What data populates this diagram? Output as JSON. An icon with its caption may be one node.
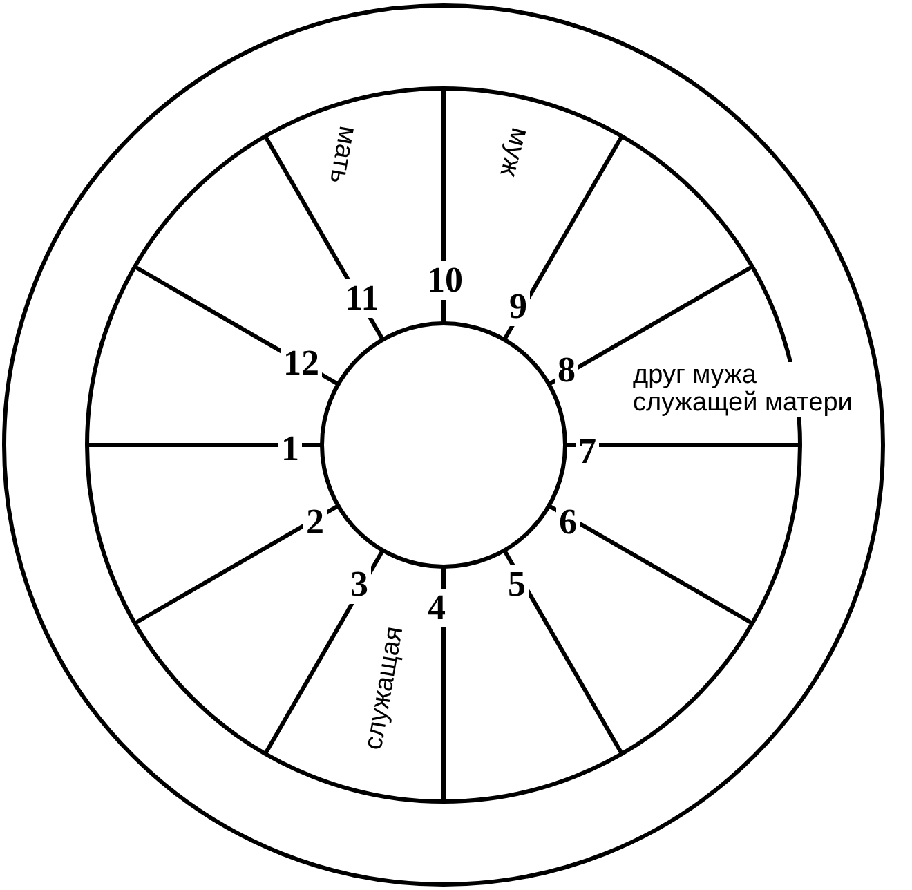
{
  "diagram": {
    "labels": [
      "мать",
      "муж",
      "10",
      "11",
      "9",
      "12",
      "8",
      "друг мужа служащей матери",
      "1",
      "7",
      "2",
      "6",
      "3",
      "4",
      "5",
      "служащая"
    ]
  }
}
